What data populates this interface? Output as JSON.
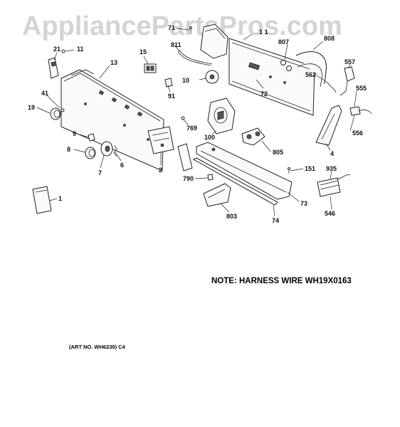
{
  "watermark": "AppliancePartsPros.com",
  "note": "NOTE: HARNESS WIRE WH19X0163",
  "art_number": "(ART NO. WH6239) C4",
  "callouts": {
    "c1": "1",
    "c1_1": "1 1",
    "c2": "2",
    "c4": "4",
    "c6": "6",
    "c7": "7",
    "c8": "8",
    "c9": "9",
    "c10": "10",
    "c11": "11",
    "c13": "13",
    "c15": "15",
    "c19": "19",
    "c21": "21",
    "c41": "41",
    "c71": "71",
    "c72": "72",
    "c73": "73",
    "c74": "74",
    "c91": "91",
    "c100": "100",
    "c151": "151",
    "c546": "546",
    "c555": "555",
    "c556": "556",
    "c557": "557",
    "c562": "562",
    "c769": "769",
    "c790": "790",
    "c803": "803",
    "c805": "805",
    "c807": "807",
    "c808": "808",
    "c811": "811",
    "c935": "935"
  }
}
